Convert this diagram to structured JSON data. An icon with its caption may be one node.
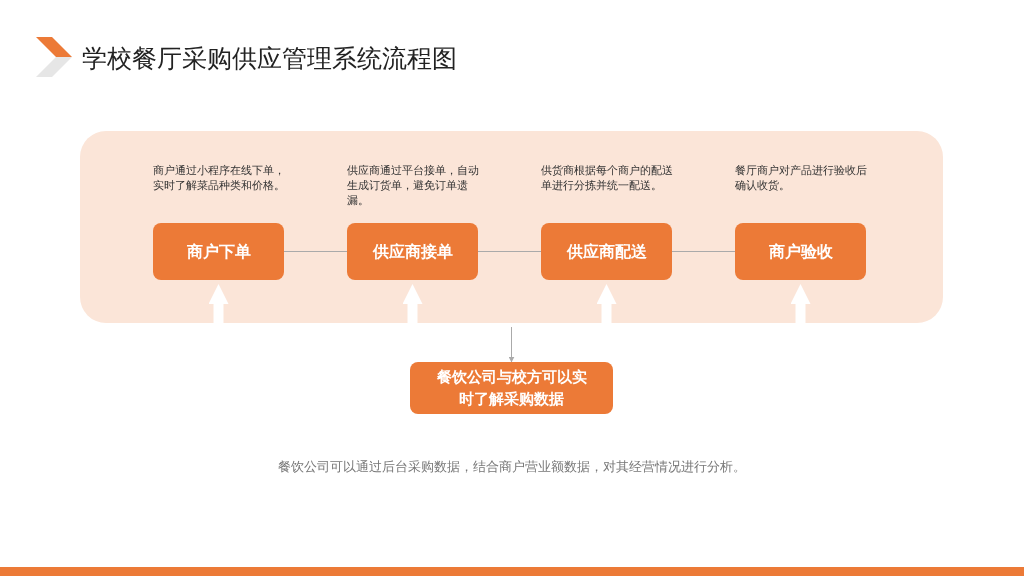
{
  "diagram": {
    "title": "学校餐厅采购供应管理系统流程图",
    "nodes": [
      {
        "text": [],
        "shape": "box"
      },
      {
        "text": [
          "商户下单"
        ],
        "in": 0,
        "beside": [
          "商户通过小程序在线下单，实时了解菜品种类和价格。"
        ]
      },
      {
        "text": [
          "供应商接单"
        ],
        "in": 0,
        "beside": [
          "供应商通过平台接单，自动生成订货单，避免订单遗漏。"
        ]
      },
      {
        "text": [
          "供应商配送"
        ],
        "in": 0,
        "beside": [
          "供货商根据每个商户的配送单进行分拣并统一配送。"
        ]
      },
      {
        "text": [
          "商户验收"
        ],
        "in": 0,
        "beside": [
          "餐厅商户对产品进行验收后确认收货。"
        ]
      },
      {
        "text": [
          "餐饮公司与校方可以实时了解采购数据"
        ]
      }
    ],
    "edges": [
      {
        "from": 1,
        "to": 2,
        "arrow": "none"
      },
      {
        "from": 2,
        "to": 3,
        "arrow": "none"
      },
      {
        "from": 3,
        "to": 4,
        "arrow": "none"
      },
      {
        "from": null,
        "to": 1,
        "arrow": "to",
        "style": "thick",
        "color": "#ffffff"
      },
      {
        "from": null,
        "to": 2,
        "arrow": "to",
        "style": "thick",
        "color": "#ffffff"
      },
      {
        "from": null,
        "to": 3,
        "arrow": "to",
        "style": "thick",
        "color": "#ffffff"
      },
      {
        "from": null,
        "to": 4,
        "arrow": "to",
        "style": "thick",
        "color": "#ffffff"
      },
      {
        "from": 0,
        "to": 5,
        "arrow": "to"
      }
    ],
    "labels": [
      "餐饮公司可以通过后台采购数据，结合商户营业额数据，对其经营情况进行分析。"
    ]
  }
}
